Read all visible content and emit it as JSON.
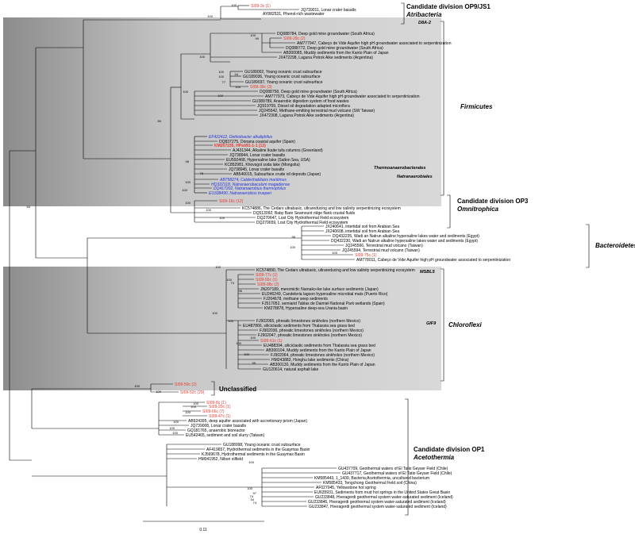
{
  "colors": {
    "black": "#000000",
    "red": "#e8392f",
    "blue": "#2233dd",
    "shade": "#d4d4d4",
    "gradient_dark": "#909090"
  },
  "groups": [
    {
      "line1": "Candidate division OP9/JS1",
      "line2": "Atribacteria"
    },
    {
      "line1": "Firmicutes",
      "line2": ""
    },
    {
      "line1": "Candidate division OP3",
      "line2": "Omnitrophica"
    },
    {
      "line1": "Bacteroidetes",
      "line2": ""
    },
    {
      "line1": "Chloroflexi",
      "line2": ""
    },
    {
      "line1": "Unclassified",
      "line2": ""
    },
    {
      "line1": "Candidate division OP1",
      "line2": "Acetothermia"
    }
  ],
  "subgroups": [
    "D8A-2",
    "Thermoanaerobacterales",
    "Natranaerobiales",
    "MSBL5",
    "GIF9"
  ],
  "scale_label": "0.11",
  "leaves": [
    {
      "t": "SI09-3c (1)",
      "c": "r"
    },
    {
      "t": "JQ739011, Lonar crater basalts",
      "c": "k"
    },
    {
      "t": "AY882531, Phenol-rich wastewater",
      "c": "k"
    },
    {
      "t": "DQ088784, Deep gold mine groundwater (South Africa)",
      "c": "k"
    },
    {
      "t": "SI09-29c (2)",
      "c": "r"
    },
    {
      "t": "AM777947, Cabeço de Vide Aquifer high pH groundwater associated to serpentinization",
      "c": "k"
    },
    {
      "t": "DQ088772, Deep gold mine groundwater (South Africa)",
      "c": "k"
    },
    {
      "t": "AB300085, Muddy sediments from the Kanto Plain of Japan",
      "c": "k"
    },
    {
      "t": "JX472298, Laguna Potrok Aike sediments (Argentina)",
      "c": "k"
    },
    {
      "t": "GU189002, Young oceanic crust subsurface",
      "c": "k"
    },
    {
      "t": "GU189036, Young oceanic crust subsurface",
      "c": "k"
    },
    {
      "t": "GU189037, Young oceanic crust subsurface",
      "c": "k"
    },
    {
      "t": "SI09-39c (3)",
      "c": "r"
    },
    {
      "t": "DQ088758, Deep gold mine groundwater (South Africa)",
      "c": "k"
    },
    {
      "t": "AM777973, Cabeço de Vide Aquifer high pH groundwater associated to serpentinization",
      "c": "k"
    },
    {
      "t": "GU389789, Anaerobic digestion system of food wastes",
      "c": "k"
    },
    {
      "t": "JQ919709, Diesel oil degradation adapted microflora",
      "c": "k"
    },
    {
      "t": "JQ245542, Methane-emitting terrestrial mud volcano (SW Taiwan)",
      "c": "k"
    },
    {
      "t": "JX472308, Laguna Potrok Aike sediments (Argentina)",
      "c": "k"
    },
    {
      "t": "EF422412, Dethiobacter alkaliphilus",
      "c": "b"
    },
    {
      "t": "DQ837275, Donana coastal aquifer (Spain)",
      "c": "k"
    },
    {
      "t": "KM207235, HPsti91-1-1 (13)",
      "c": "rb"
    },
    {
      "t": "AJ431344, Alkaline Ikaite tufa columns (Greenland)",
      "c": "k"
    },
    {
      "t": "JQ738944, Lonar crater basalts",
      "c": "k"
    },
    {
      "t": "EU592468, Hypersaline lake (Salton Sea, USA)",
      "c": "k"
    },
    {
      "t": "KC852981, Khovsgol soda lake (Mongolia)",
      "c": "k"
    },
    {
      "t": "JQ738945, Lonar crater basalts",
      "c": "k"
    },
    {
      "t": "AB546015, Subsurface crude oil deposits (Japan)",
      "c": "k"
    },
    {
      "t": "AB758274, Calderihabitans maritimus",
      "c": "b"
    },
    {
      "t": "HQ322118, Natranaerobaculum magadiense",
      "c": "b"
    },
    {
      "t": "DQ417202, Natranaerobius thermophilus",
      "c": "b"
    },
    {
      "t": "EU338490, Natranaerobius trueperi",
      "c": "b"
    },
    {
      "t": "SI09-16c (12)",
      "c": "r"
    },
    {
      "t": "KC574886, The Cedars ultrabasic, ultrareducing and low salinity serpentinizing ecosystem",
      "c": "k"
    },
    {
      "t": "DQ513092, Baby Bare Seamount ridge flank crustal fluids",
      "c": "k"
    },
    {
      "t": "DQ270647, Lost City Hydrothermal Field ecosystem",
      "c": "k"
    },
    {
      "t": "DQ270659, Lost City Hydrothermal Field ecosystem",
      "c": "k"
    },
    {
      "t": "JX240641, intertidal soil from Arabian Sea",
      "c": "k"
    },
    {
      "t": "JX240608, intertidal soil from Arabian Sea",
      "c": "k"
    },
    {
      "t": "DQ432235, Wadi an Natrun alkaline hypersaline lakes water and sediments (Egypt)",
      "c": "k"
    },
    {
      "t": "DQ432230, Wadi an Natrun alkaline hypersaline lakes water and sediments (Egypt)",
      "c": "k"
    },
    {
      "t": "JQ245566, Terrestrial mud volcano (Taiwan)",
      "c": "k"
    },
    {
      "t": "JQ245594, Terrestrial mud volcano (Taiwan)",
      "c": "k"
    },
    {
      "t": "SI09-75c (1)",
      "c": "r"
    },
    {
      "t": "AM778011, Cabeço de Vide Aquifer high pH groundwater associated to serpentinization",
      "c": "k"
    },
    {
      "t": "KC574890, The Cedars ultrabasic, ultrareducing and low salinity serpentinizing ecosystem",
      "c": "k"
    },
    {
      "t": "SI09-77c (1)",
      "c": "r"
    },
    {
      "t": "SI09-55c (1)",
      "c": "r"
    },
    {
      "t": "SI09-88c (2)",
      "c": "r"
    },
    {
      "t": "JN207189, meromictic Namako-ike lake surface sediments (Japan)",
      "c": "k"
    },
    {
      "t": "EU246249, Candeleria lagoon hypersaline microbial mats (Puerto Rico)",
      "c": "k"
    },
    {
      "t": "FJ264678, methane seep sediments",
      "c": "k"
    },
    {
      "t": "FJ517052, semiarid Tablas de Daimiel National Park wetlands (Spain)",
      "c": "k"
    },
    {
      "t": "KM278878, Hypersaline deep-sea Urania basin",
      "c": "k"
    },
    {
      "t": "FJ902065, phreatic limestones sinkholes (northern Mexico)",
      "c": "k"
    },
    {
      "t": "EU487866, siliciclastic sediments from Thalassia sea grass bed",
      "c": "k"
    },
    {
      "t": "FJ902036, phreatic limestones sinkholes (northern Mexico)",
      "c": "k"
    },
    {
      "t": "FJ902047, phreatic limestones sinkholes (northern Mexico)",
      "c": "k"
    },
    {
      "t": "SI09-61c (1)",
      "c": "r"
    },
    {
      "t": "EU488394, siliciclastic sediments from Thalassia sea grass bed",
      "c": "k"
    },
    {
      "t": "AB300104, Muddy sediments from the Kanto Plain of Japan",
      "c": "k"
    },
    {
      "t": "FJ902064, phreatic limestones sinkholes (northern Mexico)",
      "c": "k"
    },
    {
      "t": "HM243883, Honghu lake sediments (China)",
      "c": "k"
    },
    {
      "t": "AB300130, Muddy sediments from the Kanto Plain of Japan",
      "c": "k"
    },
    {
      "t": "GU120614, natural asphalt lake",
      "c": "k"
    },
    {
      "t": "SI09-50c (2)",
      "c": "r"
    },
    {
      "t": "SI09-52c (29)",
      "c": "r"
    },
    {
      "t": "SI09-8c (1)",
      "c": "r"
    },
    {
      "t": "SI09-20c (1)",
      "c": "r"
    },
    {
      "t": "SI09-66c (7)",
      "c": "r"
    },
    {
      "t": "SI09-47c (1)",
      "c": "r"
    },
    {
      "t": "AB924395, deep aquifer associated with accretionary prism (Japan)",
      "c": "k"
    },
    {
      "t": "JQ739008, Lonar crater basalts",
      "c": "k"
    },
    {
      "t": "GQ181765, anaerobic bioreactor",
      "c": "k"
    },
    {
      "t": "EU542465, sediment and soil slurry (Taiwan)",
      "c": "k"
    },
    {
      "t": "GU188998, Young oceanic crust subsurface",
      "c": "k"
    },
    {
      "t": "AF419657, Hydrothermal sediments in the Guaymas Basin",
      "c": "k"
    },
    {
      "t": "KJ569678, Hydrothermal sediments in the Guaymas Basin",
      "c": "k"
    },
    {
      "t": "HM041952, Nibori oilfield",
      "c": "k"
    },
    {
      "t": "GU437709, Geothermal waters of El Tatio Geyser Field (Chile)",
      "c": "k"
    },
    {
      "t": "GU437717, Geothermal waters of El Tatio Geyser Field (Chile)",
      "c": "k"
    },
    {
      "t": "KM585443, 1_1439, Bacteria;Acetothermia, uncultured bacterium",
      "c": "k"
    },
    {
      "t": "KM585433, Tengchong Geothermal Field soil (China)",
      "c": "k"
    },
    {
      "t": "AF027045, Yellowstone hot spring",
      "c": "k"
    },
    {
      "t": "EU635931, Sediments from mud hot springs in the United States Great Basin",
      "c": "k"
    },
    {
      "t": "GU233848, Hveragerdi geothermal system water-saturated sediment (Iceland)",
      "c": "k"
    },
    {
      "t": "GU233846, Hveragerdi geothermal system water-saturated sediment (Iceland)",
      "c": "k"
    },
    {
      "t": "GU233847, Hveragerdi geothermal system water-saturated sediment (Iceland)",
      "c": "k"
    }
  ],
  "bootstrap": [
    "100",
    "100",
    "100",
    "99",
    "100",
    "100",
    "100",
    "94",
    "100",
    "77",
    "100",
    "100",
    "80",
    "98",
    "100",
    "100",
    "78",
    "100",
    "100",
    "100",
    "83",
    "96",
    "100",
    "100",
    "100",
    "100",
    "73",
    "96",
    "100",
    "100",
    "100",
    "100",
    "100",
    "95",
    "100",
    "100",
    "100",
    "100",
    "100",
    "100",
    "100",
    "100",
    "100",
    "100",
    "97",
    "74",
    "94",
    "74"
  ]
}
